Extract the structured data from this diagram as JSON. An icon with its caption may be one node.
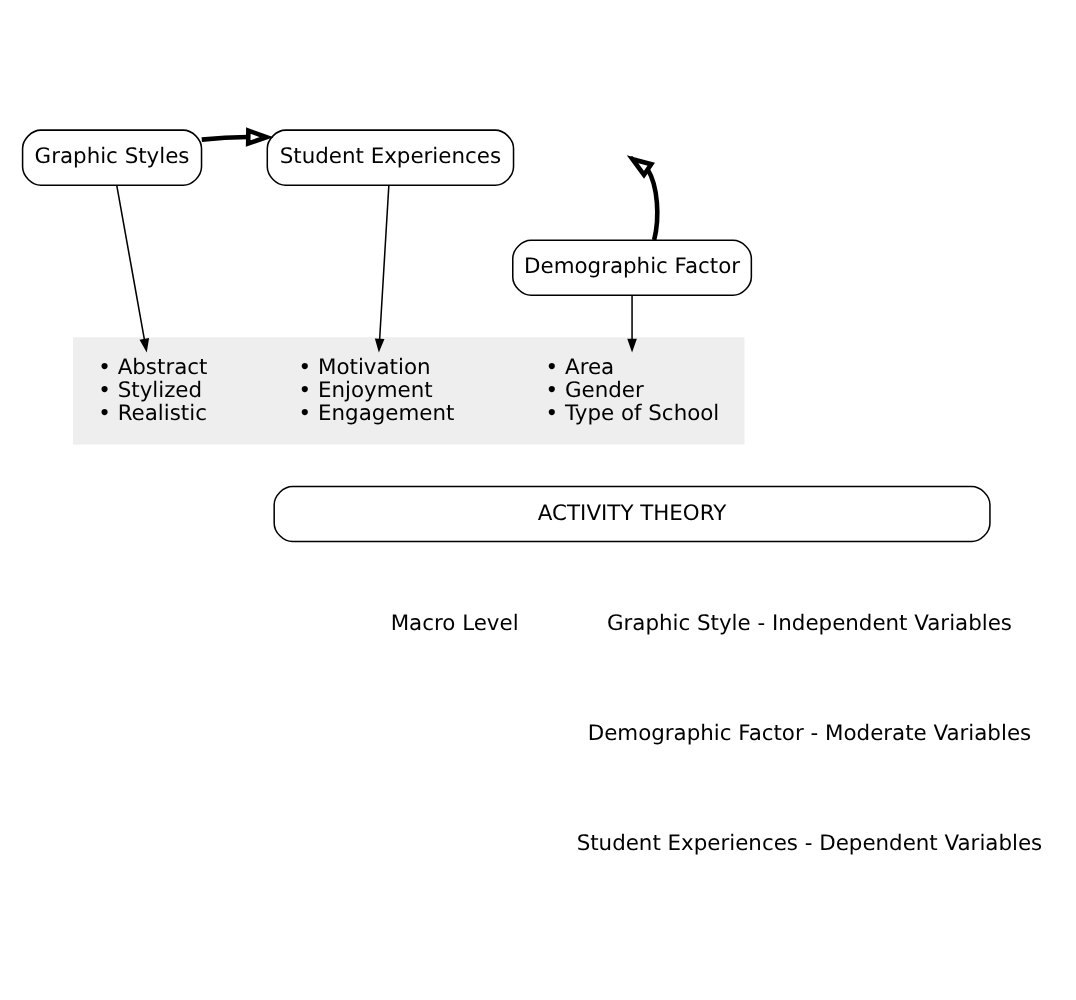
{
  "diagram": {
    "nodes": [
      {
        "text": [
          "Graphic Styles"
        ]
      },
      {
        "text": [
          "Student Experiences"
        ]
      },
      {
        "text": [
          "Demographic Factor"
        ]
      },
      {
        "text": [],
        "shape": "box"
      },
      {
        "text": [
          "• Abstract",
          "• Stylized",
          "• Realistic"
        ],
        "in": 3
      },
      {
        "text": [
          "• Area",
          "• Gender",
          "• Type of School"
        ],
        "in": 3
      },
      {
        "text": [
          "• Motivation",
          "• Enjoyment",
          "• Engagement"
        ],
        "in": 3
      },
      {
        "text": [
          "ACTIVITY THEORY"
        ]
      }
    ],
    "edges": [
      {
        "from": 0,
        "to": 1,
        "arrow": "to",
        "style": "thick"
      },
      {
        "from": 2,
        "to": null,
        "arrow": "to",
        "style": "thick"
      },
      {
        "from": 0,
        "to": 4,
        "arrow": "to"
      },
      {
        "from": 2,
        "to": 5,
        "arrow": "to"
      },
      {
        "from": 1,
        "to": 6,
        "arrow": "to"
      }
    ],
    "labels": [
      "Macro Level",
      "Graphic Style - Independent Variables",
      "Demographic Factor - Moderate Variables",
      "Student Experiences - Dependent Variables"
    ]
  }
}
